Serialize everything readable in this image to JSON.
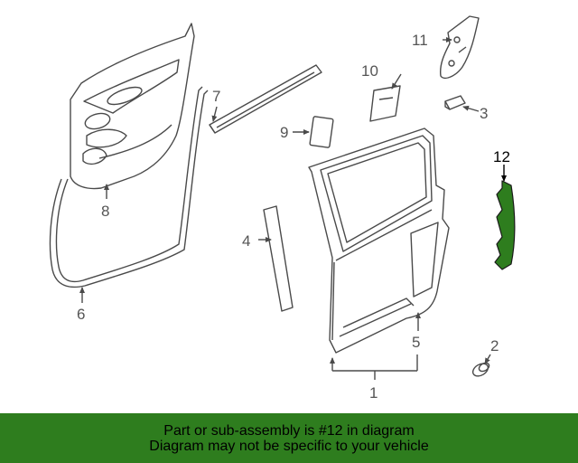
{
  "diagram": {
    "colors": {
      "line": "#4a4a4a",
      "label": "#555555",
      "highlight_fill": "#2e7d1e",
      "highlight_stroke": "#1a1a1a",
      "highlight_label": "#000000"
    },
    "callouts": [
      {
        "id": "1",
        "label": "1"
      },
      {
        "id": "2",
        "label": "2"
      },
      {
        "id": "3",
        "label": "3"
      },
      {
        "id": "4",
        "label": "4"
      },
      {
        "id": "5",
        "label": "5"
      },
      {
        "id": "6",
        "label": "6"
      },
      {
        "id": "7",
        "label": "7"
      },
      {
        "id": "8",
        "label": "8"
      },
      {
        "id": "9",
        "label": "9"
      },
      {
        "id": "10",
        "label": "10"
      },
      {
        "id": "11",
        "label": "11"
      },
      {
        "id": "12",
        "label": "12",
        "highlighted": true
      }
    ]
  },
  "banner": {
    "line1": "Part or sub-assembly is #12 in diagram",
    "line2": "Diagram may not be specific to your vehicle",
    "background": "#2e7d1e"
  }
}
